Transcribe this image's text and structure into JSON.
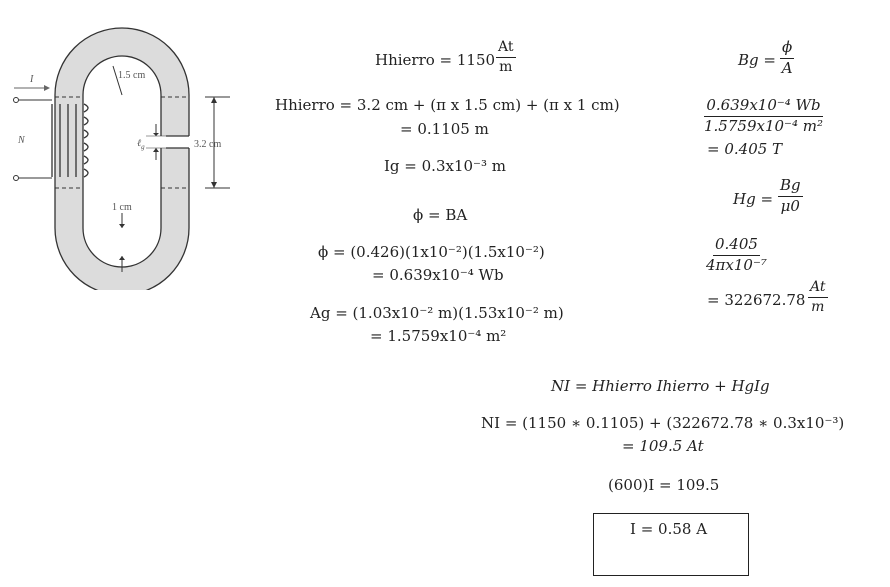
{
  "diagram": {
    "labels": {
      "current": "I",
      "turns": "N",
      "radius": "1.5 cm",
      "gap_label": "ℓ",
      "gap_sub": "g",
      "height": "3.2 cm",
      "width": "1 cm"
    }
  },
  "left_col": {
    "h_iron": {
      "lhs": "Hhierro = 1150",
      "num": "At",
      "den": "m"
    },
    "length_eq": "Hhierro = 3.2 cm + (π x 1.5 cm) + (π x 1 cm)",
    "length_result": "= 0.1105 m",
    "lg": "Ig = 0.3x10⁻³ m",
    "phi_def": "ϕ = BA",
    "phi_calc": "ϕ = (0.426)(1x10⁻²)(1.5x10⁻²)",
    "phi_result": "= 0.639x10⁻⁴ Wb",
    "ag_calc": "Ag = (1.03x10⁻² m)(1.53x10⁻² m)",
    "ag_result": "= 1.5759x10⁻⁴ m²"
  },
  "right_col": {
    "bg_lhs": "Bg =",
    "bg_num": "ϕ",
    "bg_den": "A",
    "bg_calc_num": "0.639x10⁻⁴ Wb",
    "bg_calc_den": "1.5759x10⁻⁴ m²",
    "bg_result": "= 0.405 T",
    "hg_lhs": "Hg =",
    "hg_num": "Bg",
    "hg_den": "μ0",
    "hg_calc_num": "0.405",
    "hg_calc_den": "4πx10⁻⁷",
    "hg_result": "= 322672.78",
    "hg_unit_num": "At",
    "hg_unit_den": "m"
  },
  "bottom": {
    "ni_eq": "NI = Hhierro Ihierro + HgIg",
    "ni_sub": "NI = (1150 ∗ 0.1105) + (322672.78 ∗ 0.3x10⁻³)",
    "ni_result": "= 109.5 At",
    "current_eq": "(600)I = 109.5",
    "answer": "I = 0.58 A"
  }
}
